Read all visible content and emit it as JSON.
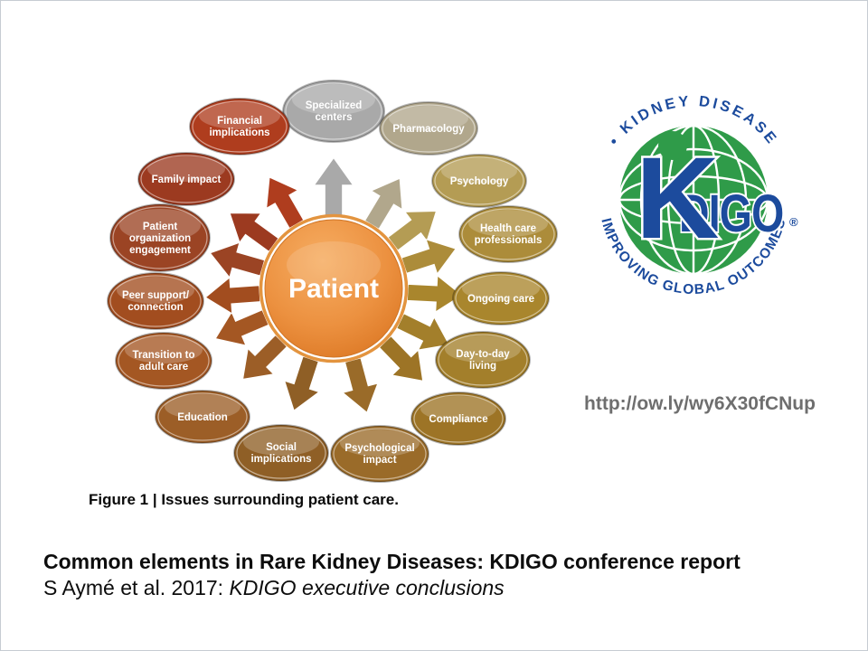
{
  "slide": {
    "url_text": "http://ow.ly/wy6X30fCNup",
    "figure_caption": "Figure 1 | Issues surrounding patient care.",
    "title": "Common elements in Rare Kidney Diseases: KDIGO conference report",
    "citation_prefix": "S Aymé et al. 2017: ",
    "citation_italic": "KDIGO executive conclusions"
  },
  "diagram": {
    "center": {
      "label": "Patient",
      "color": "#ec9140"
    },
    "nodes": [
      {
        "id": "specialized-centers",
        "color": "#a9a9a9",
        "lines": [
          "Specialized",
          "centers"
        ]
      },
      {
        "id": "pharmacology",
        "color": "#b1a78c",
        "lines": [
          "Pharmacology"
        ]
      },
      {
        "id": "psychology",
        "color": "#b49c54",
        "lines": [
          "Psychology"
        ]
      },
      {
        "id": "health-care-professionals",
        "color": "#ac8c3a",
        "lines": [
          "Health care",
          "professionals"
        ]
      },
      {
        "id": "ongoing-care",
        "color": "#a9862d",
        "lines": [
          "Ongoing care"
        ]
      },
      {
        "id": "day-to-day-living",
        "color": "#a37f2b",
        "lines": [
          "Day-to-day",
          "living"
        ]
      },
      {
        "id": "compliance",
        "color": "#9d7426",
        "lines": [
          "Compliance"
        ]
      },
      {
        "id": "psychological-impact",
        "color": "#9a6b29",
        "lines": [
          "Psychological",
          "impact"
        ]
      },
      {
        "id": "social-implications",
        "color": "#8f5f26",
        "lines": [
          "Social",
          "implications"
        ]
      },
      {
        "id": "education",
        "color": "#9c5e27",
        "lines": [
          "Education"
        ]
      },
      {
        "id": "transition-to-adult-care",
        "color": "#a45723",
        "lines": [
          "Transition to",
          "adult care"
        ]
      },
      {
        "id": "peer-support-connection",
        "color": "#a24d1f",
        "lines": [
          "Peer support/",
          "connection"
        ]
      },
      {
        "id": "patient-organization-engagement",
        "color": "#9b4424",
        "lines": [
          "Patient",
          "organization",
          "engagement"
        ]
      },
      {
        "id": "family-impact",
        "color": "#9c3a20",
        "lines": [
          "Family impact"
        ]
      },
      {
        "id": "financial-implications",
        "color": "#af3d1e",
        "lines": [
          "Financial",
          "implications"
        ]
      }
    ]
  },
  "logo": {
    "arc_top": "• KIDNEY DISEASE",
    "arc_bottom": "IMPROVING GLOBAL OUTCOMES",
    "wordmark_k": "K",
    "wordmark_digo": "DIGO",
    "registered_mark": "®",
    "green": "#2f9b49",
    "blue": "#1c4b9d"
  }
}
